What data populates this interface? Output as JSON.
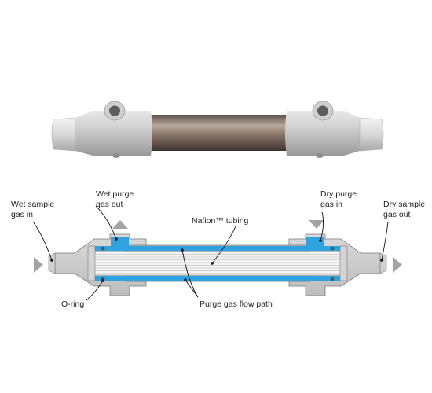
{
  "labels": {
    "wet_sample_in": [
      "Wet sample",
      "gas in"
    ],
    "wet_purge_out": [
      "Wet purge",
      "gas out"
    ],
    "dry_purge_in": [
      "Dry purge",
      "gas in"
    ],
    "dry_sample_out": [
      "Dry sample",
      "gas out"
    ],
    "tubing": "Nafion™ tubing",
    "oring": "O-ring",
    "purge_path": "Purge gas flow path"
  },
  "colors": {
    "housing": "#c6c6c6",
    "housing_dark": "#8f8f8f",
    "purge_blue": "#2ea3e0",
    "tube_shell": "#8a7668",
    "arrow": "#a3a3a3"
  }
}
